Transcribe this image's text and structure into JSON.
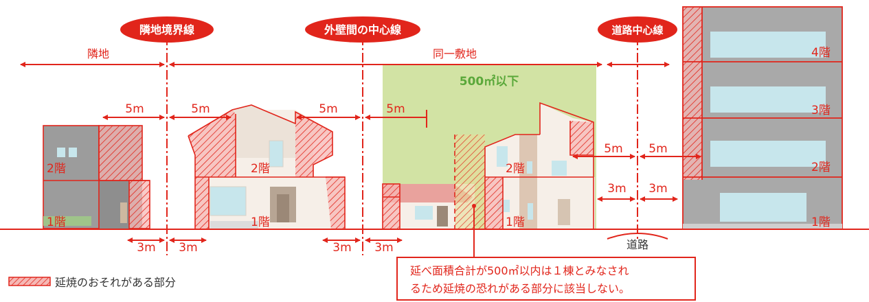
{
  "labels": {
    "boundary_line": "隣地境界線",
    "wall_center_line": "外壁間の中心線",
    "road_center_line": "道路中心線",
    "neighbor_land": "隣地",
    "same_site": "同一敷地",
    "area_limit": "500㎡以下",
    "road": "道路"
  },
  "dimensions": {
    "five_m": "5m",
    "three_m": "3m"
  },
  "floors": {
    "first": "1階",
    "second": "2階",
    "third": "3階",
    "fourth": "4階"
  },
  "legend": {
    "label": "延焼のおそれがある部分"
  },
  "note": {
    "line1": "延べ面積合計が500㎡以内は１棟とみなされ",
    "line2": "るため延焼の恐れがある部分に該当しない。"
  },
  "colors": {
    "accent_red": "#e1251b",
    "hatch_fill": "#f2a3a3",
    "site_green": "#d2e3a4",
    "area_text_green": "#5aa83a",
    "gray_building": "#a9a9a9",
    "glass_blue": "#c7e6ec",
    "house_cream": "#f5ede6"
  }
}
